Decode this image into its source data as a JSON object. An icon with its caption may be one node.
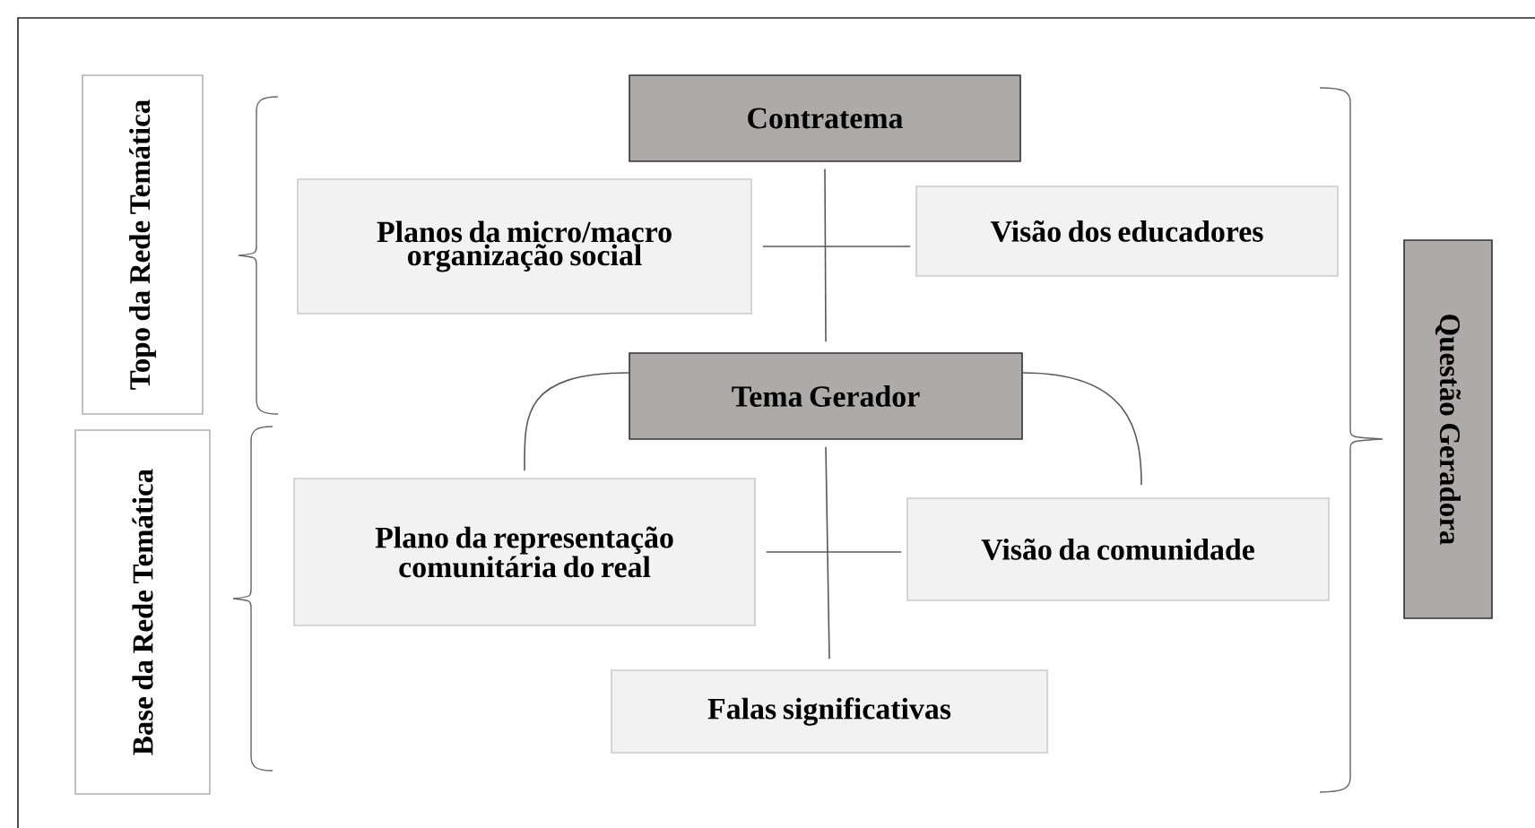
{
  "diagram": {
    "nodes": [
      {
        "text": [
          "Topo da Rede Temática"
        ]
      },
      {
        "text": [
          "Base da Rede Temática"
        ]
      },
      {
        "text": [
          "Contratema"
        ]
      },
      {
        "text": [
          "Planos da micro/macro organização social"
        ]
      },
      {
        "text": [
          "Visão dos educadores"
        ]
      },
      {
        "text": [
          "Tema Gerador"
        ]
      },
      {
        "text": [
          "Plano da representação comunitária do real"
        ]
      },
      {
        "text": [
          "Visão da comunidade"
        ]
      },
      {
        "text": [
          "Falas significativas"
        ]
      },
      {
        "text": [
          "Questão Geradora"
        ]
      }
    ],
    "edges": [
      {
        "from": 2,
        "to": 5,
        "arrow": "none"
      },
      {
        "from": 3,
        "to": 4,
        "arrow": "none"
      },
      {
        "from": 5,
        "to": 6,
        "arrow": "none"
      },
      {
        "from": 5,
        "to": 7,
        "arrow": "none"
      },
      {
        "from": 6,
        "to": 7,
        "arrow": "none"
      },
      {
        "from": 5,
        "to": 8,
        "arrow": "none"
      }
    ]
  }
}
